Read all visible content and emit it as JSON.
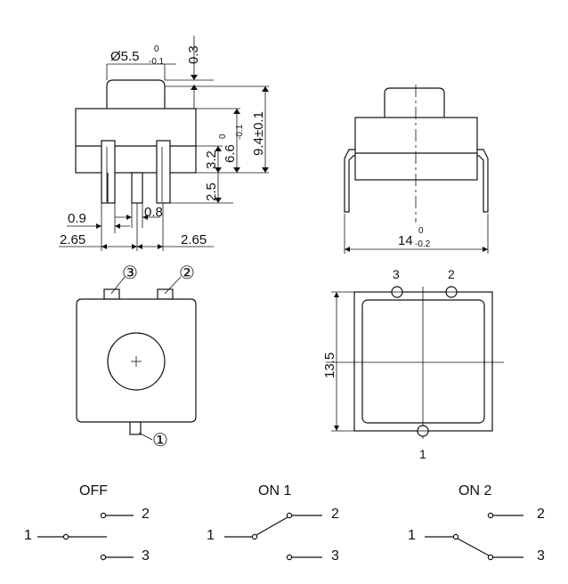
{
  "dimensions": {
    "diameter": "Ø5.5",
    "diameter_tol_upper": "0",
    "diameter_tol_lower": "-0.1",
    "cap_height": "0.3",
    "total_height": "9.4",
    "total_height_tol": "±0.1",
    "body_height": "6.6",
    "body_height_tol_upper": "0",
    "body_height_tol_lower": "-0.1",
    "pin_height": "3.2",
    "pin_length": "2.5",
    "pin_width": "0.9",
    "pin_gap": "0.8",
    "pitch_left": "2.65",
    "pitch_right": "2.65",
    "width": "14",
    "width_tol_upper": "0",
    "width_tol_lower": "-0.2",
    "square": "13.5"
  },
  "pins": {
    "top_view": {
      "one": "①",
      "two": "②",
      "three": "③"
    },
    "bottom_view": {
      "one": "1",
      "two": "2",
      "three": "3"
    }
  },
  "switch_states": [
    {
      "title": "OFF",
      "common": "1",
      "upper": "2",
      "lower": "3"
    },
    {
      "title": "ON 1",
      "common": "1",
      "upper": "2",
      "lower": "3"
    },
    {
      "title": "ON 2",
      "common": "1",
      "upper": "2",
      "lower": "3"
    }
  ]
}
